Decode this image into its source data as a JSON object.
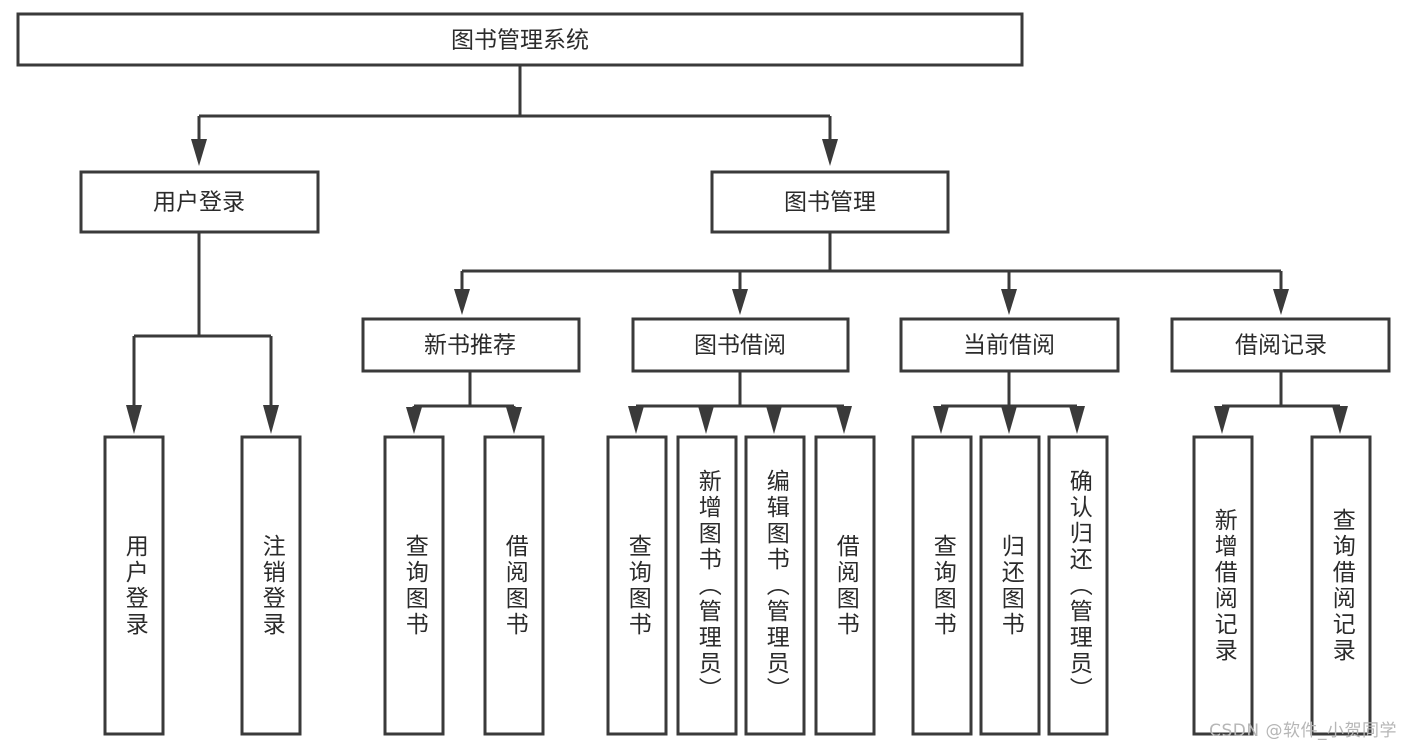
{
  "diagram": {
    "title": "图书管理系统",
    "type": "tree-hierarchy-chart",
    "colors": {
      "stroke": "#3a3a3a",
      "fill": "#ffffff",
      "text": "#2b2b2b",
      "watermark": "#b6b6b6"
    },
    "root": {
      "label": "图书管理系统"
    },
    "level2": [
      {
        "label": "用户登录"
      },
      {
        "label": "图书管理"
      }
    ],
    "level3": [
      {
        "label": "新书推荐"
      },
      {
        "label": "图书借阅"
      },
      {
        "label": "当前借阅"
      },
      {
        "label": "借阅记录"
      }
    ],
    "leaves": {
      "user_login": [
        {
          "label": "用户登录"
        },
        {
          "label": "注销登录"
        }
      ],
      "new_book_recommend": [
        {
          "label": "查询图书"
        },
        {
          "label": "借阅图书"
        }
      ],
      "book_borrow": [
        {
          "label": "查询图书"
        },
        {
          "label": "新增图书（管理员）"
        },
        {
          "label": "编辑图书（管理员）"
        },
        {
          "label": "借阅图书"
        }
      ],
      "current_borrow": [
        {
          "label": "查询图书"
        },
        {
          "label": "归还图书"
        },
        {
          "label": "确认归还（管理员）"
        }
      ],
      "borrow_record": [
        {
          "label": "新增借阅记录"
        },
        {
          "label": "查询借阅记录"
        }
      ]
    }
  },
  "watermark": {
    "text": "CSDN @软件_小贺同学"
  }
}
